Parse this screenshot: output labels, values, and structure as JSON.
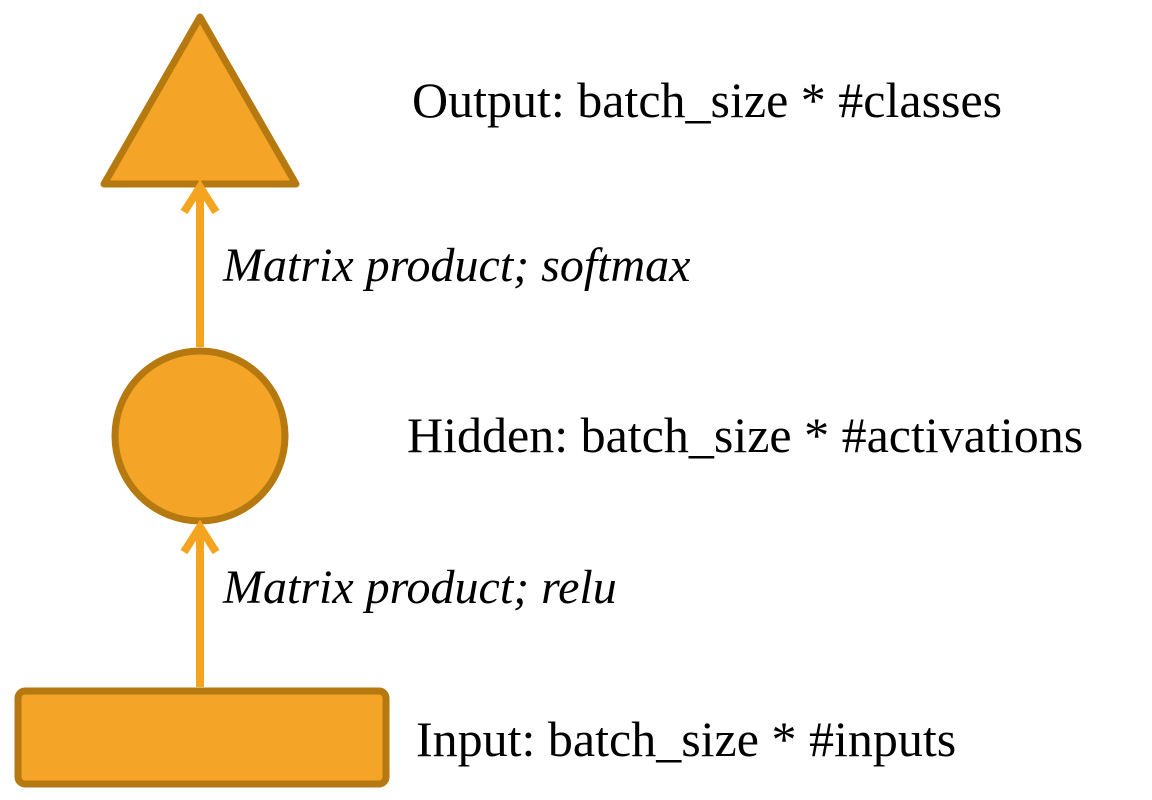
{
  "diagram": {
    "title": "neural-network-layer-diagram",
    "nodes": {
      "output": {
        "shape": "triangle",
        "label": "Output: batch_size * #classes"
      },
      "hidden": {
        "shape": "circle",
        "label": "Hidden: batch_size * #activations"
      },
      "input": {
        "shape": "rectangle",
        "label": "Input: batch_size * #inputs"
      }
    },
    "edges": {
      "hidden_to_output": {
        "label": "Matrix product; softmax"
      },
      "input_to_hidden": {
        "label": "Matrix product; relu"
      }
    },
    "colors": {
      "shape_fill": "#F4A427",
      "shape_border": "#B57910",
      "arrow": "#F5A41F",
      "text": "#000000",
      "background": "#FFFFFF"
    }
  }
}
